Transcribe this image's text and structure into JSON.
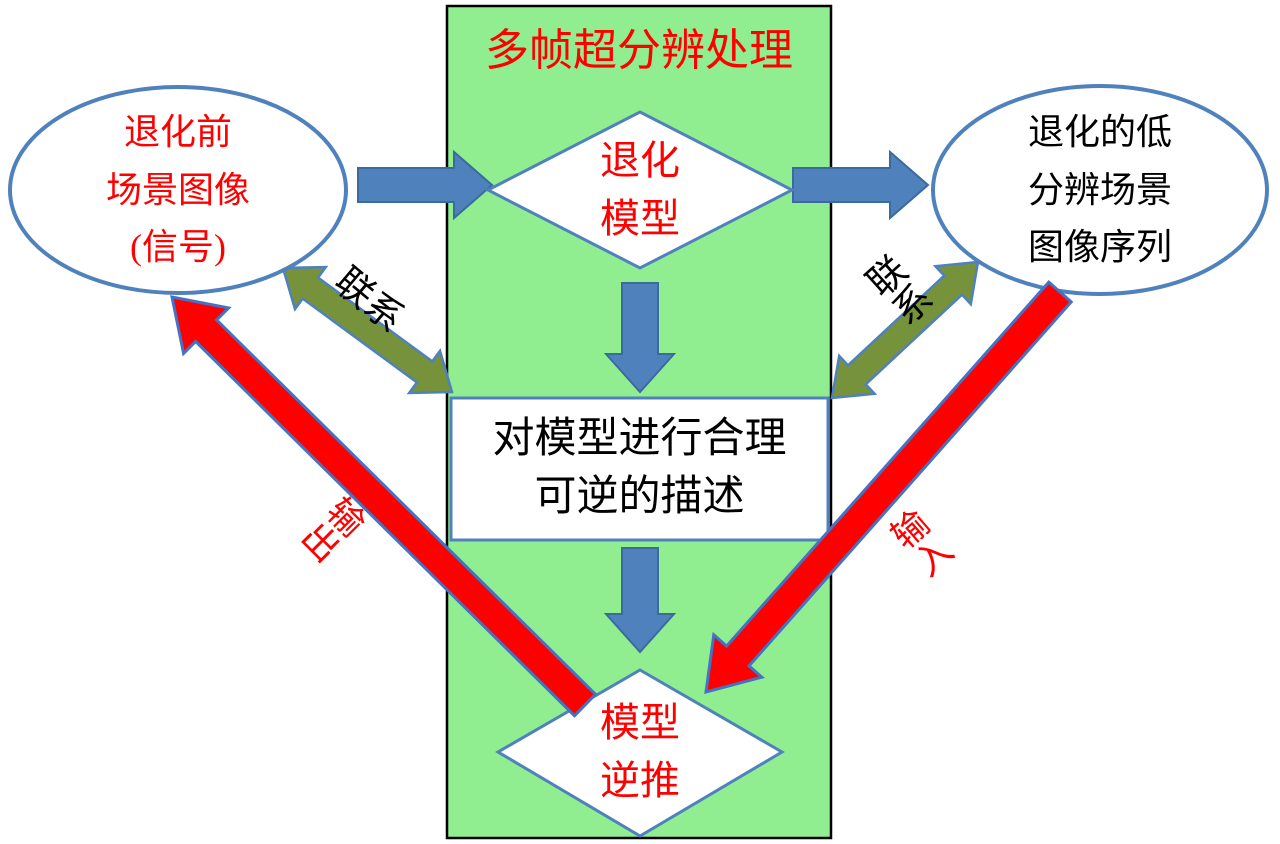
{
  "panel": {
    "title": "多帧超分辨处理"
  },
  "nodes": {
    "source_image": {
      "lines": [
        "退化前",
        "场景图像",
        "(信号)"
      ]
    },
    "degradation_model": {
      "lines": [
        "退化",
        "模型"
      ]
    },
    "lr_sequence": {
      "lines": [
        "退化的低",
        "分辨场景",
        "图像序列"
      ]
    },
    "model_description": {
      "lines": [
        "对模型进行合理",
        "可逆的描述"
      ]
    },
    "model_inversion": {
      "lines": [
        "模型",
        "逆推"
      ]
    }
  },
  "labels": {
    "link_left": "联系",
    "link_right": "联系",
    "input": "输入",
    "output": "输出"
  },
  "colors": {
    "panel_green": "#90EE90",
    "shape_border_blue": "#4F81BD",
    "arrow_blue": "#4F81BD",
    "arrow_green": "#76933C",
    "arrow_red": "#FF0000",
    "text_red": "#FF0000",
    "text_black": "#000000",
    "panel_border_black": "#000000"
  }
}
